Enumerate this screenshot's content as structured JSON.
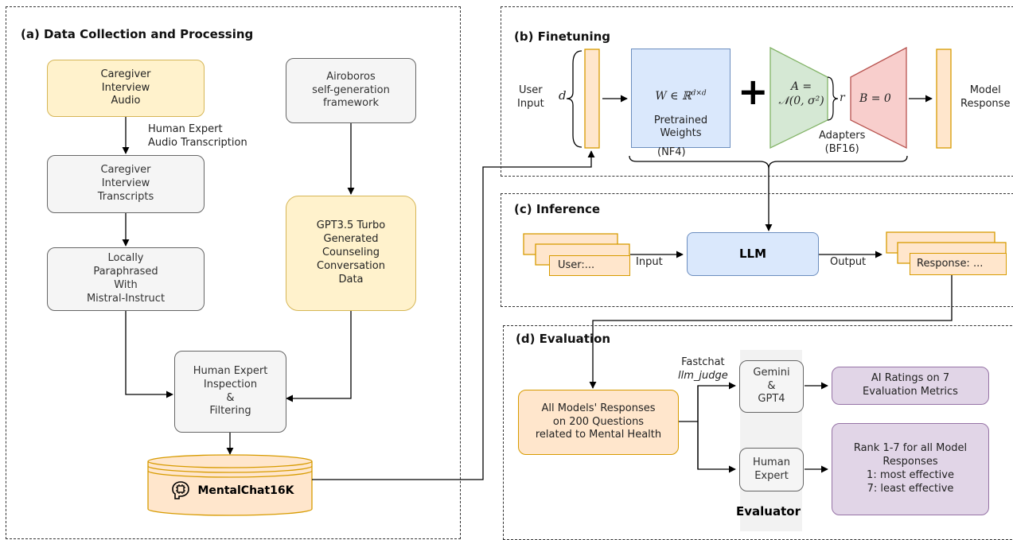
{
  "panel_a": {
    "title": "(a) Data Collection and Processing",
    "caregiver_audio": "Caregiver\nInterview\nAudio",
    "audio_transcription_label": "Human Expert\nAudio Transcription",
    "transcripts": "Caregiver\nInterview\nTranscripts",
    "paraphrased": "Locally\nParaphrased\nWith\nMistral-Instruct",
    "airoboros": "Airoboros\nself-generation\nframework",
    "gpt_data": "GPT3.5 Turbo\nGenerated\nCounseling\nConversation\nData",
    "inspection": "Human Expert\nInspection\n&\nFiltering",
    "dataset": "MentalChat16K",
    "dataset_icon": "brain-chip-icon"
  },
  "panel_b": {
    "title": "(b) Finetuning",
    "user_input": "User\nInput",
    "dim_d": "d",
    "weight_formula": "W ∈ ℝ",
    "weight_sup": "d×d",
    "weights_label": "Pretrained\nWeights",
    "nf4": "(NF4)",
    "plus": "+",
    "a_formula_1": "A =",
    "a_formula_2": "𝒩(0, σ²)",
    "rank_r": "r",
    "b_formula": "B = 0",
    "adapters_label": "Adapters",
    "bf16": "(BF16)",
    "model_response": "Model\nResponse"
  },
  "panel_c": {
    "title": "(c) Inference",
    "user_card": "User:...",
    "input_label": "Input",
    "llm": "LLM",
    "output_label": "Output",
    "response_card": "Response: ..."
  },
  "panel_d": {
    "title": "(d) Evaluation",
    "all_models": "All Models' Responses\non 200 Questions\nrelated to Mental Health",
    "fastchat": "Fastchat",
    "llm_judge": "llm_judge",
    "gemini_gpt4": "Gemini\n&\nGPT4",
    "human_expert": "Human\nExpert",
    "ai_ratings": "AI Ratings on 7\nEvaluation Metrics",
    "rank": "Rank 1-7 for all Model\nResponses\n1: most effective\n7: least effective",
    "evaluator": "Evaluator"
  },
  "colors": {
    "yellow_fill": "#fff2cc",
    "gray_fill": "#f5f5f5",
    "blue_fill": "#dae8fc",
    "green_fill": "#d5e8d4",
    "red_fill": "#f8cecc",
    "orange_fill": "#ffe6cc",
    "purple_fill": "#e1d5e7"
  }
}
